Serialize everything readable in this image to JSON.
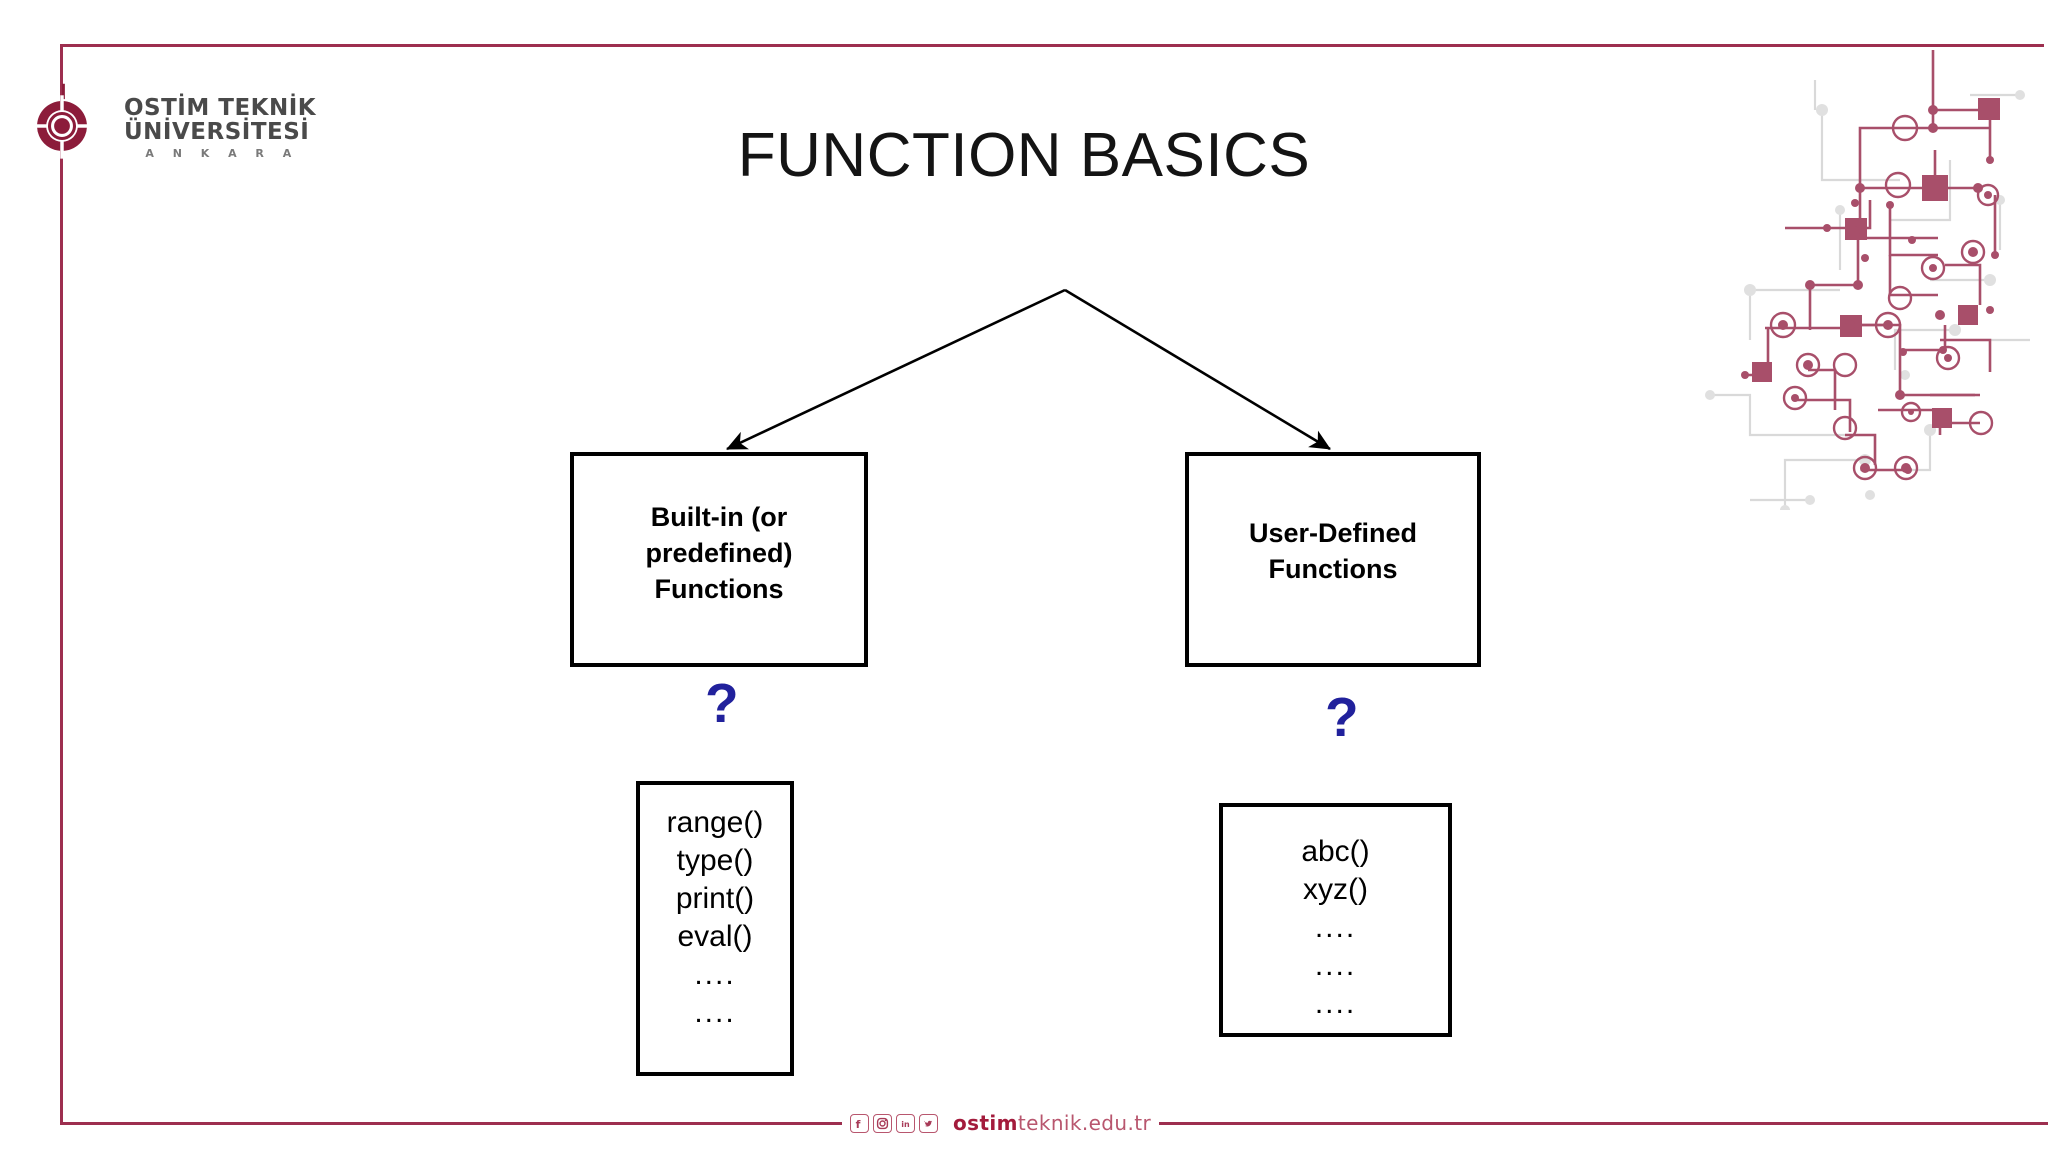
{
  "slide": {
    "title": "FUNCTION BASICS",
    "accent_color": "#9d2f4f",
    "qmark_color": "#21219c",
    "box_border_color": "#000000"
  },
  "logo": {
    "line1": "OSTİM TEKNİK",
    "line2": "ÜNİVERSİTESİ",
    "line3": "A N K A R A",
    "mark_color": "#8c1c3a",
    "text_color": "#4a4a4a"
  },
  "diagram": {
    "nodes": [
      {
        "id": "builtin",
        "label": "Built-in (or\npredefined)\nFunctions"
      },
      {
        "id": "userdef",
        "label": "User-Defined\nFunctions"
      }
    ],
    "question_marks": [
      {
        "id": "left",
        "glyph": "?"
      },
      {
        "id": "right",
        "glyph": "?"
      }
    ],
    "lists": [
      {
        "id": "builtin-examples",
        "items": [
          "range()",
          "type()",
          "print()",
          "eval()",
          "....",
          "...."
        ]
      },
      {
        "id": "userdef-examples",
        "items": [
          "abc()",
          "xyz()",
          "....",
          "....",
          "...."
        ]
      }
    ]
  },
  "footer": {
    "social": [
      {
        "name": "facebook-icon",
        "glyph": "f"
      },
      {
        "name": "instagram-icon",
        "glyph": "instagram"
      },
      {
        "name": "linkedin-icon",
        "glyph": "in"
      },
      {
        "name": "twitter-icon",
        "glyph": "twitter"
      }
    ],
    "url_brand": "ostim",
    "url_rest": "teknik.edu.tr"
  }
}
